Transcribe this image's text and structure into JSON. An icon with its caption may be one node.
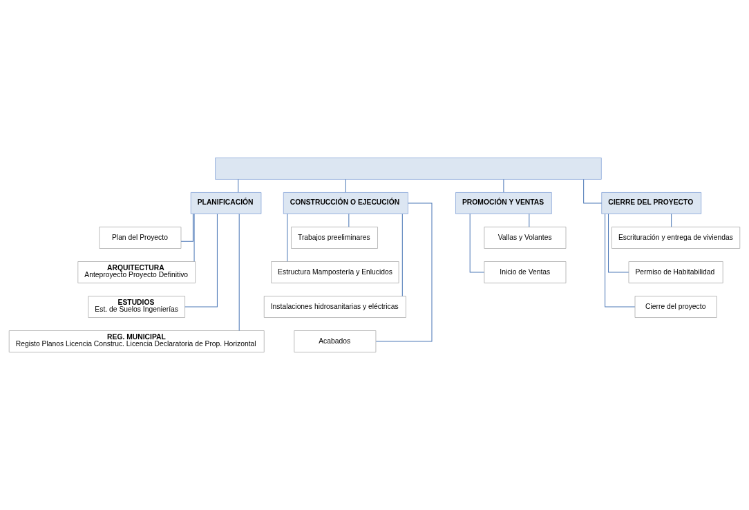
{
  "diagram": {
    "nodes": [
      {
        "text": [],
        "shape": "box"
      },
      {
        "text": [
          "PLANIFICACIÓN"
        ]
      },
      {
        "text": [
          "CONSTRUCCIÓN O EJECUCIÓN"
        ]
      },
      {
        "text": [
          "PROMOCIÓN Y VENTAS"
        ]
      },
      {
        "text": [
          "CIERRE DEL PROYECTO"
        ]
      },
      {
        "text": [
          "Plan del Proyecto"
        ]
      },
      {
        "text": [
          "ARQUITECTURA",
          "Anteproyecto Proyecto Definitivo"
        ]
      },
      {
        "text": [
          "ESTUDIOS",
          "Est. de Suelos Ingenierías"
        ]
      },
      {
        "text": [
          "REG. MUNICIPAL",
          "Registo Planos Licencia Construc. Licencia Declaratoria de Prop. Horizontal"
        ]
      },
      {
        "text": [
          "Trabajos preeliminares"
        ]
      },
      {
        "text": [
          "Estructura Mampostería y Enlucidos"
        ]
      },
      {
        "text": [
          "Instalaciones hidrosanitarias y eléctricas"
        ]
      },
      {
        "text": [
          "Acabados"
        ]
      },
      {
        "text": [
          "Vallas y Volantes"
        ]
      },
      {
        "text": [
          "Inicio de Ventas"
        ]
      },
      {
        "text": [
          "Escrituración y entrega de viviendas"
        ]
      },
      {
        "text": [
          "Permiso de Habitabilidad"
        ]
      },
      {
        "text": [
          "Cierre del proyecto"
        ]
      }
    ],
    "edges": [
      {
        "from": 0,
        "to": 1,
        "arrow": "none"
      },
      {
        "from": 0,
        "to": 2,
        "arrow": "none"
      },
      {
        "from": 0,
        "to": 3,
        "arrow": "none"
      },
      {
        "from": 0,
        "to": 4,
        "arrow": "none"
      },
      {
        "from": 1,
        "to": 5,
        "arrow": "none"
      },
      {
        "from": 1,
        "to": 6,
        "arrow": "none"
      },
      {
        "from": 1,
        "to": 7,
        "arrow": "none"
      },
      {
        "from": 1,
        "to": 8,
        "arrow": "none"
      },
      {
        "from": 2,
        "to": 9,
        "arrow": "none"
      },
      {
        "from": 2,
        "to": 10,
        "arrow": "none"
      },
      {
        "from": 2,
        "to": 11,
        "arrow": "none"
      },
      {
        "from": 2,
        "to": 12,
        "arrow": "none"
      },
      {
        "from": 3,
        "to": 13,
        "arrow": "none"
      },
      {
        "from": 3,
        "to": 14,
        "arrow": "none"
      },
      {
        "from": 4,
        "to": 15,
        "arrow": "none"
      },
      {
        "from": 4,
        "to": 16,
        "arrow": "none"
      },
      {
        "from": 4,
        "to": 17,
        "arrow": "none"
      }
    ]
  }
}
